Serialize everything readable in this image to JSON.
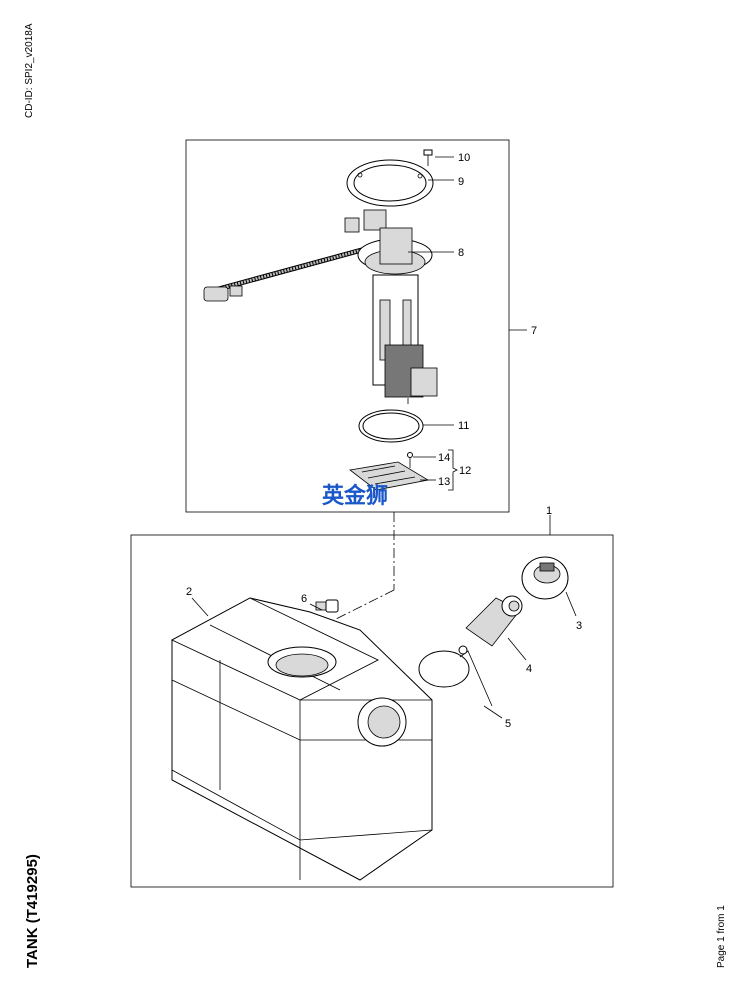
{
  "header": {
    "cd_id": "CD-ID: SPI2_v2018A"
  },
  "document": {
    "title": "TANK (T419295)",
    "page_info": "Page 1 from 1"
  },
  "watermark": {
    "text": "英金狮"
  },
  "callouts": [
    {
      "id": "c1",
      "label": "1"
    },
    {
      "id": "c2",
      "label": "2"
    },
    {
      "id": "c3",
      "label": "3"
    },
    {
      "id": "c4",
      "label": "4"
    },
    {
      "id": "c5",
      "label": "5"
    },
    {
      "id": "c6",
      "label": "6"
    },
    {
      "id": "c7",
      "label": "7"
    },
    {
      "id": "c8",
      "label": "8"
    },
    {
      "id": "c9",
      "label": "9"
    },
    {
      "id": "c10",
      "label": "10"
    },
    {
      "id": "c11",
      "label": "11"
    },
    {
      "id": "c12",
      "label": "12"
    },
    {
      "id": "c13",
      "label": "13"
    },
    {
      "id": "c14",
      "label": "14"
    }
  ]
}
